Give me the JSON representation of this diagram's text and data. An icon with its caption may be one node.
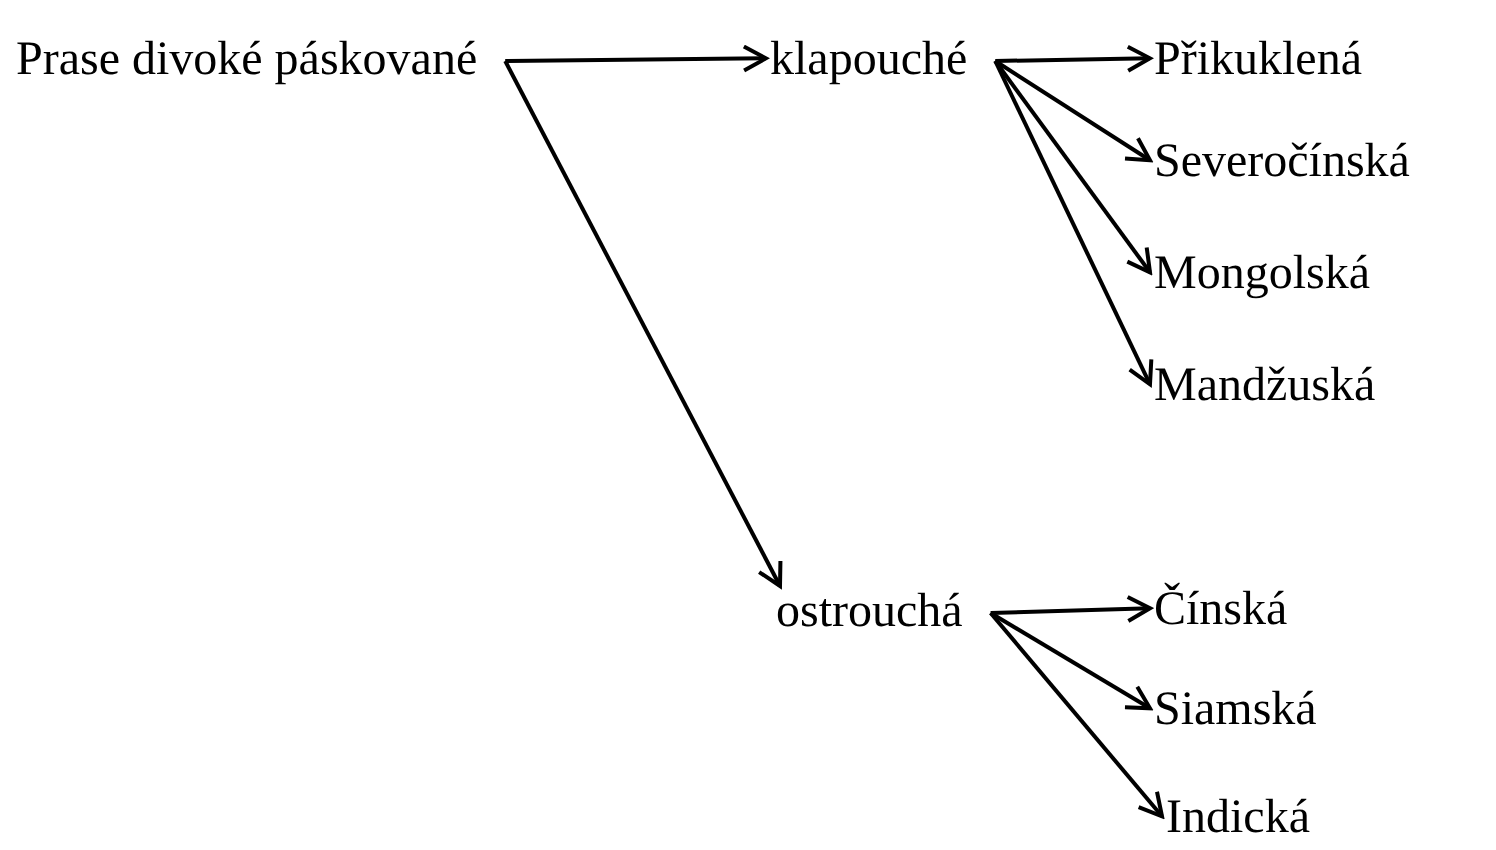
{
  "diagram": {
    "nodes": [
      {
        "text": [
          "Prase divoké páskované"
        ]
      },
      {
        "text": [
          "klapouché"
        ]
      },
      {
        "text": [
          "Přikuklená"
        ]
      },
      {
        "text": [
          "Severočínská"
        ]
      },
      {
        "text": [
          "Mongolská"
        ]
      },
      {
        "text": [
          "Mandžuská"
        ]
      },
      {
        "text": [
          "ostrouchá"
        ]
      },
      {
        "text": [
          "Čínská"
        ]
      },
      {
        "text": [
          "Siamská"
        ]
      },
      {
        "text": [
          "Indická"
        ]
      }
    ],
    "edges": [
      {
        "from": 0,
        "to": 1,
        "arrow": "to"
      },
      {
        "from": 0,
        "to": 6,
        "arrow": "to"
      },
      {
        "from": 1,
        "to": 2,
        "arrow": "to"
      },
      {
        "from": 1,
        "to": 3,
        "arrow": "to"
      },
      {
        "from": 1,
        "to": 4,
        "arrow": "to"
      },
      {
        "from": 1,
        "to": 5,
        "arrow": "to"
      },
      {
        "from": 6,
        "to": 7,
        "arrow": "to"
      },
      {
        "from": 6,
        "to": 8,
        "arrow": "to"
      },
      {
        "from": 6,
        "to": 9,
        "arrow": "to"
      }
    ]
  }
}
